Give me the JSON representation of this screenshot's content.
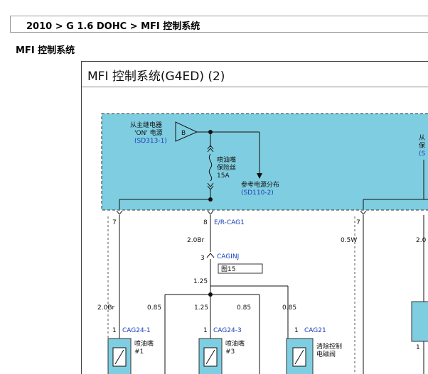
{
  "breadcrumb": "2010 > G 1.6 DOHC > MFI 控制系统",
  "section_title": "MFI 控制系统",
  "diagram": {
    "title": "MFI 控制系统(G4ED) (2)",
    "power_source": {
      "line1": "从主继电器",
      "line2": "'ON' 电源",
      "ref": "(SD313-1)",
      "terminal": "B"
    },
    "fuse": {
      "line1": "喷油嘴",
      "line2": "保险丝",
      "rating": "15A"
    },
    "reference": {
      "line1": "参考电源分布",
      "ref": "(SD110-2)"
    },
    "right_source": {
      "line1": "从",
      "line2": "保",
      "ref": "(S"
    },
    "connectors": {
      "pin7_left": "7",
      "pin8": "8",
      "er_cag": "E/R-CAG1",
      "pin7_right": "7",
      "cag_pin": "3",
      "caginj": "CAGINJ",
      "fig": "图15"
    },
    "wires": {
      "w2_0br_top": "2.0Br",
      "w0_5w": "0.5W",
      "w2_0_right": "2.0",
      "w1_25_trunk": "1.25",
      "w2_0br_left": "2.0Br",
      "w0_85_a": "0.85",
      "w1_25_b": "1.25",
      "w0_85_c": "0.85",
      "w0_85_d": "0.85"
    },
    "components": [
      {
        "pin": "1",
        "connector": "CAG24-1",
        "line1": "喷油嘴",
        "line2": "#1"
      },
      {
        "pin": "1",
        "connector": "CAG24-3",
        "line1": "喷油嘴",
        "line2": "#3"
      },
      {
        "pin": "1",
        "connector": "CAG21",
        "line1": "清除控制",
        "line2": "电磁阀"
      }
    ],
    "right_pin": "1"
  }
}
